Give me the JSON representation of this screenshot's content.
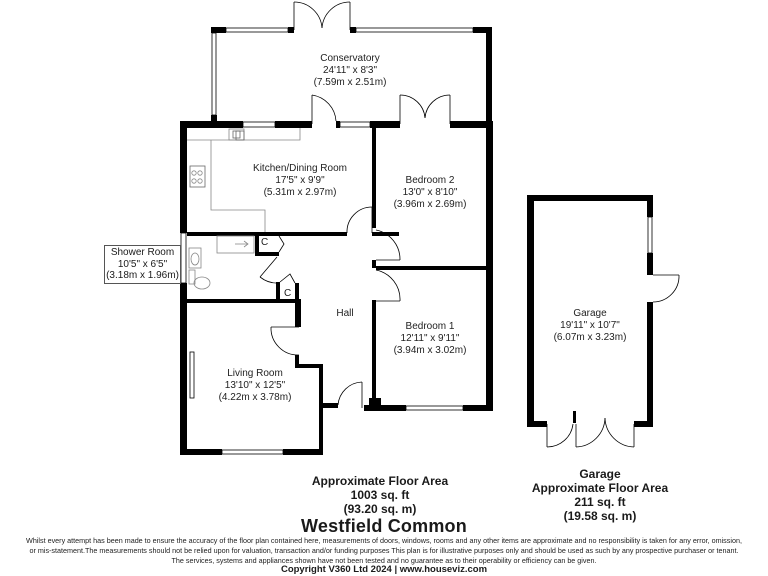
{
  "property": {
    "name": "Westfield Common"
  },
  "rooms": {
    "conservatory": {
      "name": "Conservatory",
      "imperial": "24'11\" x 8'3\"",
      "metric": "(7.59m x 2.51m)"
    },
    "kitchen": {
      "name": "Kitchen/Dining Room",
      "imperial": "17'5\" x 9'9\"",
      "metric": "(5.31m x 2.97m)"
    },
    "bedroom2": {
      "name": "Bedroom 2",
      "imperial": "13'0\" x 8'10\"",
      "metric": "(3.96m x 2.69m)"
    },
    "shower": {
      "name": "Shower Room",
      "imperial": "10'5\" x 6'5\"",
      "metric": "(3.18m x 1.96m)"
    },
    "hall": {
      "name": "Hall"
    },
    "bedroom1": {
      "name": "Bedroom 1",
      "imperial": "12'11\" x 9'11\"",
      "metric": "(3.94m x 3.02m)"
    },
    "living": {
      "name": "Living Room",
      "imperial": "13'10\" x 12'5\"",
      "metric": "(4.22m x 3.78m)"
    },
    "garage": {
      "name": "Garage",
      "imperial": "19'11\" x 10'7\"",
      "metric": "(6.07m x 3.23m)"
    },
    "cupboard_label": "C"
  },
  "areas": {
    "main": {
      "heading": "Approximate Floor Area",
      "sqft": "1003 sq. ft",
      "sqm": "(93.20 sq. m)"
    },
    "garage": {
      "title": "Garage",
      "heading": "Approximate Floor Area",
      "sqft": "211 sq. ft",
      "sqm": "(19.58 sq. m)"
    }
  },
  "disclaimer": {
    "line1": "Whilst every attempt has been made to ensure the accuracy of the floor plan contained here, measurements of doors, windows, rooms and any other items are approximate and no responsibility is taken for any error, omission,",
    "line2": "or mis-statement.The measurements should not be relied upon for valuation, transaction and/or funding purposes This plan is for illustrative purposes only and should be used as such by any prospective purchaser or tenant.",
    "line3": "The services, systems and appliances shown have not been tested and no guarantee as to their operability or efficiency can be given."
  },
  "copyright": "Copyright V360 Ltd 2024 | www.houseviz.com",
  "colors": {
    "wall": "#000000",
    "window": "#ffffff",
    "fixture": "#888888"
  }
}
